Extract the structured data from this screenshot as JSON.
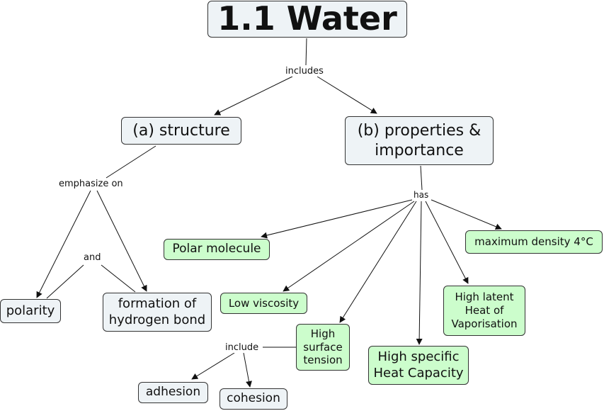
{
  "title": "1.1 Water",
  "nodes": {
    "structure": "(a) structure",
    "properties": "(b) properties &\nimportance",
    "polarity": "polarity",
    "hydrogen_bond": "formation of\nhydrogen bond",
    "polar_molecule": "Polar molecule",
    "low_viscosity": "Low viscosity",
    "surface_tension": "High\nsurface\ntension",
    "specific_heat": "High specific\nHeat Capacity",
    "latent_heat": "High latent\nHeat of\nVaporisation",
    "max_density": "maximum density 4°C",
    "adhesion": "adhesion",
    "cohesion": "cohesion"
  },
  "links": {
    "includes": "includes",
    "emphasize_on": "emphasize on",
    "and": "and",
    "has": "has",
    "include": "include"
  },
  "colors": {
    "concept_fill": "#eef3f6",
    "property_fill": "#ccfdcc",
    "border": "#333333"
  }
}
